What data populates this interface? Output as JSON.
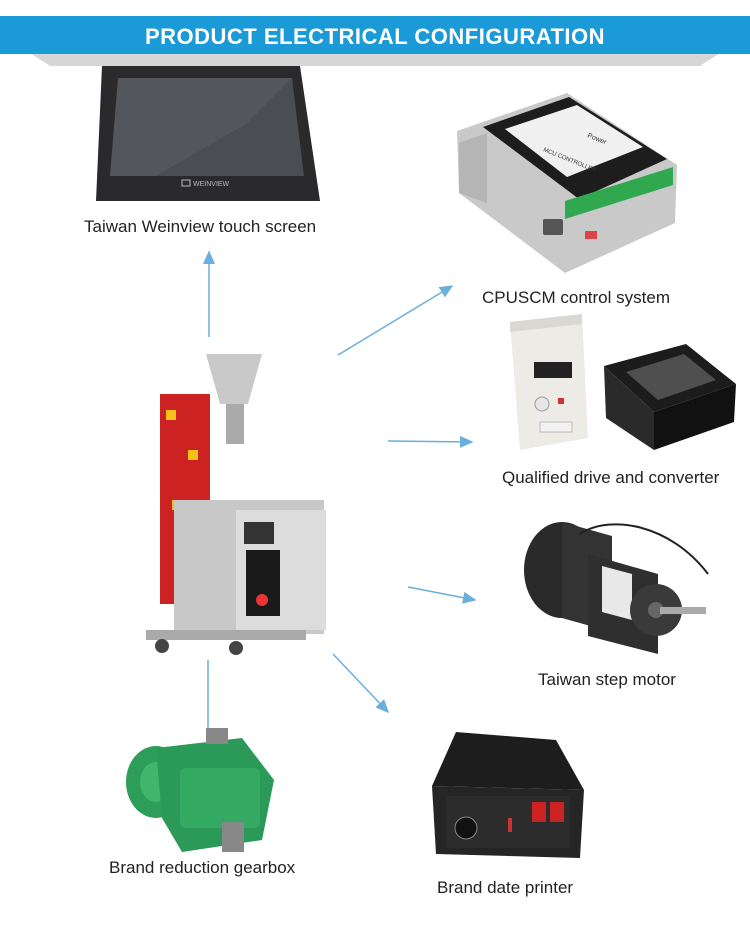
{
  "header": {
    "title": "PRODUCT ELECTRICAL CONFIGURATION"
  },
  "components": {
    "touch_screen": {
      "label": "Taiwan Weinview touch screen",
      "brand_mark": "WEINVIEW"
    },
    "control_system": {
      "label": "CPUSCM control system",
      "device_text": "MCU CONTROLLER",
      "power_text": "Power"
    },
    "drive": {
      "label": "Qualified drive and converter"
    },
    "motor": {
      "label": "Taiwan step motor"
    },
    "gearbox": {
      "label": "Brand reduction gearbox"
    },
    "printer": {
      "label": "Brand date printer"
    }
  },
  "colors": {
    "banner": "#1a9ad6",
    "arrow": "#6aaedc"
  }
}
